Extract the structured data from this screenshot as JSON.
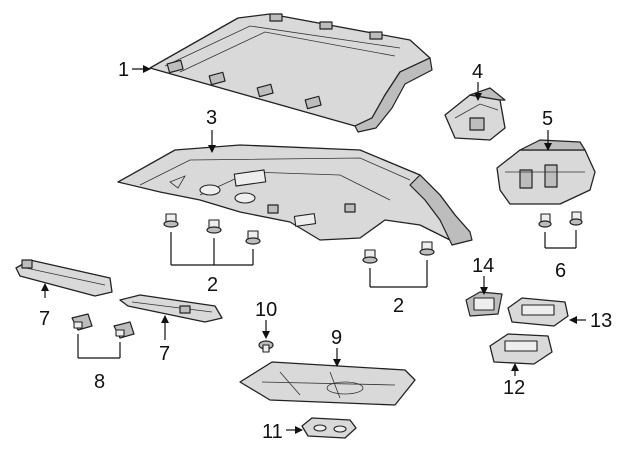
{
  "callouts": {
    "c1": "1",
    "c2a": "2",
    "c2b": "2",
    "c3": "3",
    "c4": "4",
    "c5": "5",
    "c6": "6",
    "c7a": "7",
    "c7b": "7",
    "c8": "8",
    "c9": "9",
    "c10": "10",
    "c11": "11",
    "c12": "12",
    "c13": "13",
    "c14": "14"
  },
  "colors": {
    "part_fill": "#d9d9d9",
    "part_shade": "#bdbdbd",
    "line": "#222222",
    "background": "#ffffff"
  }
}
